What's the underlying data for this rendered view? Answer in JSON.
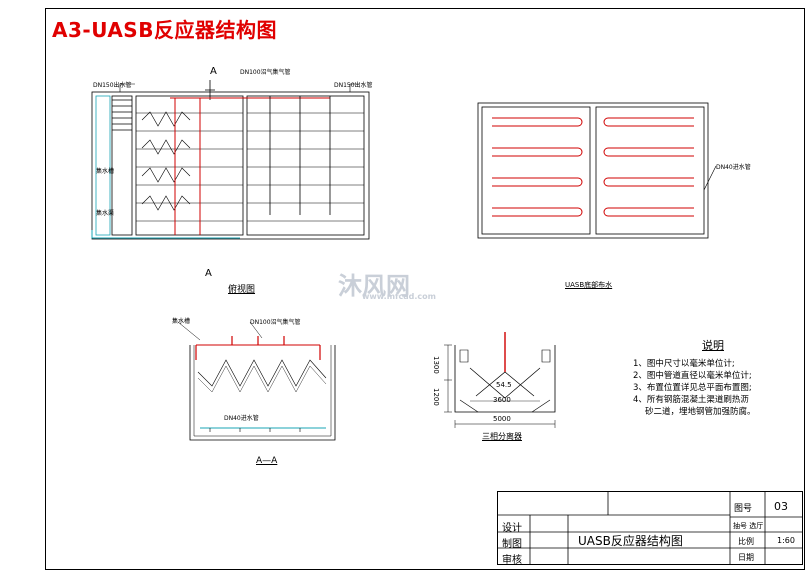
{
  "title": "A3-UASB反应器结构图",
  "plan_view": {
    "pipe_left": "DN150出水管",
    "pipe_top": "DN100沼气集气管",
    "pipe_right": "DN150出水管",
    "side_label_1": "集水槽",
    "side_label_2": "集水渠",
    "section_marker": "A",
    "caption": "俯视图"
  },
  "bottom_view": {
    "pipe_label": "DN40进水管",
    "caption": "UASB底部布水"
  },
  "section_view": {
    "label_1": "集水槽",
    "label_2": "DN100沼气集气管",
    "label_3": "DN40进水管",
    "caption": "A—A"
  },
  "separator": {
    "dim_top": "1300",
    "dim_bottom": "1200",
    "dim_inner": "3600",
    "angle": "54.5",
    "dim_width": "5000",
    "caption": "三相分离器"
  },
  "notes": {
    "title": "说明",
    "items": [
      "1、图中尺寸以毫米单位计;",
      "2、图中管道直径以毫米单位计;",
      "3、布置位置详见总平面布置图;",
      "4、所有钢筋混凝土渠道刷热沥",
      "砂二道，埋地钢管加强防腐。"
    ]
  },
  "title_block": {
    "name": "UASB反应器结构图",
    "design": "设计",
    "draw": "制图",
    "review": "审核",
    "drawing_no_label": "图号",
    "drawing_no": "03",
    "sub_label": "抽号 选厅",
    "scale_label": "比例",
    "scale": "1:60",
    "date_label": "日期"
  },
  "watermark": {
    "text": "沐风网",
    "url": "www.mfcad.com"
  }
}
